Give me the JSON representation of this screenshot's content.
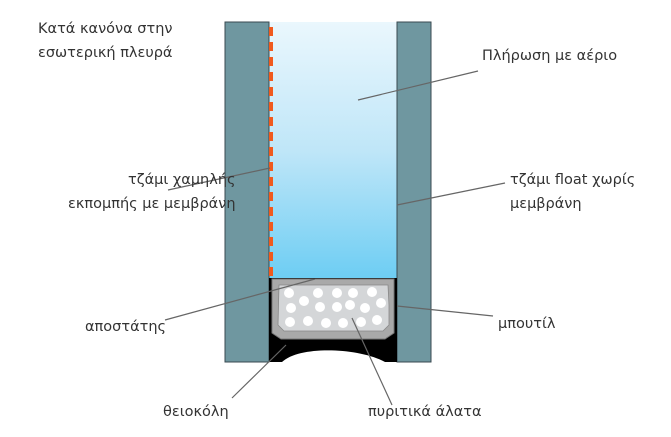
{
  "labels": {
    "inner_side": [
      "Κατά  κανόνα στην",
      "εσωτερική πλευρά"
    ],
    "gas_fill": "Πλήρωση με αέριο",
    "low_e_glass": [
      "τζάμι χαμηλής",
      "εκπομπής με μεμβράνη"
    ],
    "float_glass": [
      "τζάμι float χωρίς",
      "μεμβράνη"
    ],
    "spacer": "αποστάτης",
    "butyl": "μπουτίλ",
    "polysulfide": "θειοκόλη",
    "desiccant": "πυριτικά άλατα"
  },
  "colors": {
    "glass": "#6f97a0",
    "coating": "#f05a1e",
    "spacer": "#a8a8a8",
    "sealant": "#000000",
    "gas_top": "#e8f6fd",
    "gas_bottom": "#6fcdf2"
  }
}
